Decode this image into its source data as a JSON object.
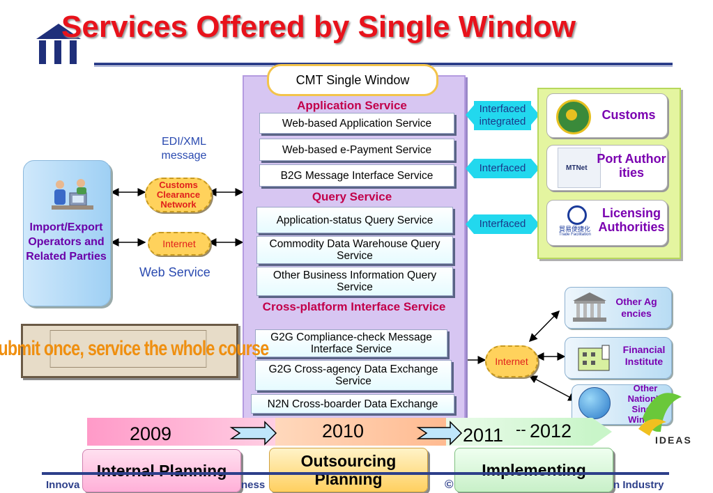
{
  "title": "Services Offered by Single Window",
  "cmt_label": "CMT Single Window",
  "sections": {
    "application": "Application Service",
    "query": "Query Service",
    "cross_platform": "Cross-platform Interface Service"
  },
  "application_services": [
    "Web-based Application Service",
    "Web-based e-Payment Service",
    "B2G Message Interface Service"
  ],
  "query_services": [
    "Application-status Query Service",
    "Commodity Data Warehouse Query Service",
    "Other Business Information Query Service"
  ],
  "cross_services": [
    "G2G Compliance-check Message Interface Service",
    "G2G Cross-agency Data Exchange Service",
    "N2N Cross-boarder Data Exchange"
  ],
  "interfaces": {
    "first": "Interfaced integrated",
    "second": "Interfaced",
    "third": "Interfaced"
  },
  "authorities": {
    "customs": "Customs",
    "port": "Port Authorities",
    "licensing": "Licensing Authorities",
    "mtnet_logo": "MTNet",
    "trade_logo_cn": "貿易便捷化",
    "trade_logo_en": "Trade Facilitation"
  },
  "left": {
    "edi": "EDI/XML message",
    "importer": "Import/Export Operators and Related Parties",
    "ccn": "Customs Clearance Network",
    "internet": "Internet",
    "web_service": "Web Service"
  },
  "slogan": "Submit once, service the whole course",
  "right_bottom": {
    "internet": "Internet",
    "other_agencies": "Other Agencies",
    "financial": "Financial Institute",
    "other_nation": "Other Nation's Single Window",
    "ideas": "IDEAS"
  },
  "timeline": {
    "y2009": "2009",
    "y2010": "2010",
    "y2011": "2011",
    "dash": "--",
    "y2012": "2012",
    "phase1": "Internal Planning",
    "phase2": "Outsourcing Planning",
    "phase3": "Implementing"
  },
  "footer": {
    "left": "Innova",
    "mid": "ness",
    "copy": "©",
    "right": "n Industry"
  },
  "colors": {
    "title_red": "#e8121b",
    "section_red": "#c2004a",
    "purple": "#7a00b0",
    "cyan": "#22d8ee",
    "navy": "#2d3f8a"
  }
}
